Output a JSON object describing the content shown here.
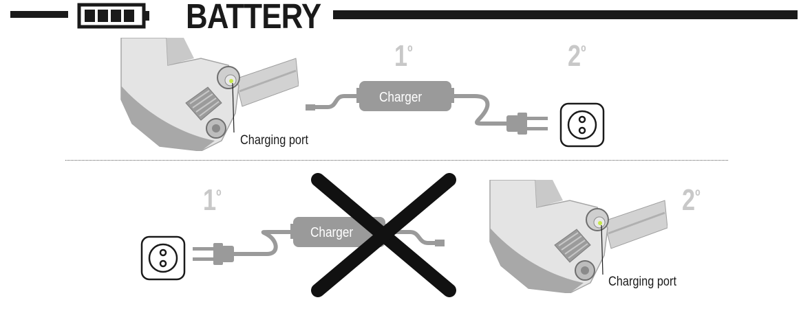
{
  "header": {
    "title": "BATTERY",
    "battery_icon": "battery-full-icon"
  },
  "top_row": {
    "step_first": "1",
    "step_second": "2",
    "step_suffix": "º",
    "charger_label": "Charger",
    "port_label": "Charging port",
    "status": "correct"
  },
  "bottom_row": {
    "step_first": "1",
    "step_second": "2",
    "step_suffix": "º",
    "charger_label": "Charger",
    "port_label": "Charging port",
    "status": "incorrect",
    "cross_icon": "x-mark-icon"
  },
  "colors": {
    "dark": "#1a1a1a",
    "cable_gray": "#9a9a9a",
    "step_gray": "#c8c8c8",
    "led_green": "#c7e84a"
  }
}
